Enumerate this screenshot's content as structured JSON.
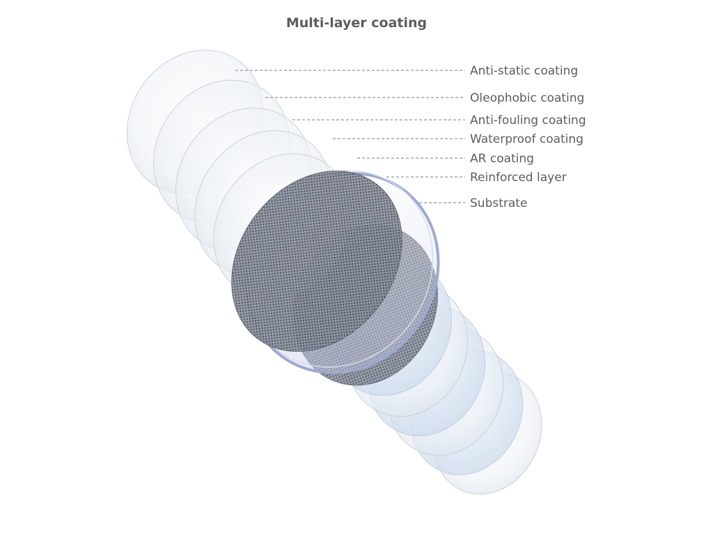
{
  "title": "Multi-layer coating",
  "layers": [
    {
      "label": "Anti-static coating"
    },
    {
      "label": "Oleophobic coating"
    },
    {
      "label": "Anti-fouling coating"
    },
    {
      "label": "Waterproof coating"
    },
    {
      "label": "AR coating"
    },
    {
      "label": "Reinforced layer"
    },
    {
      "label": "Substrate"
    }
  ],
  "colors": {
    "title": "#5d5d5d",
    "label": "#5c5c5c",
    "leader": "#7a7a7a",
    "mesh": "#4f5562",
    "substrate_edge": "#9fa9cf",
    "disc_tint": "#d8e3f0"
  }
}
